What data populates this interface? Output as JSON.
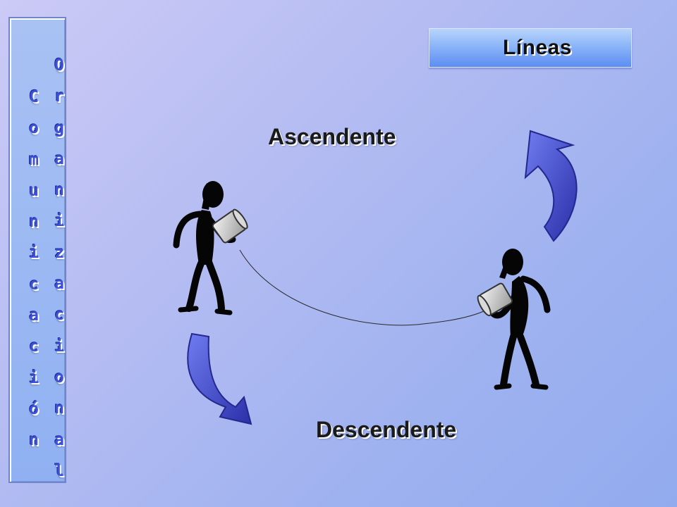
{
  "title": "Líneas",
  "vertical_left_letters": [
    "C",
    "o",
    "m",
    "u",
    "n",
    "i",
    "c",
    "a",
    "c",
    "i",
    "ó",
    "n"
  ],
  "vertical_right_letters": [
    "O",
    "r",
    "g",
    "a",
    "n",
    "i",
    "z",
    "a",
    "c",
    "i",
    "o",
    "n",
    "a",
    "l"
  ],
  "label_up": "Ascendente",
  "label_down": "Descendente",
  "colors": {
    "arrow": "#3f45c8",
    "letter": "#3d52d6"
  },
  "icons": [
    "curved-up-arrow-icon",
    "curved-down-arrow-icon",
    "person-with-can-icon"
  ]
}
